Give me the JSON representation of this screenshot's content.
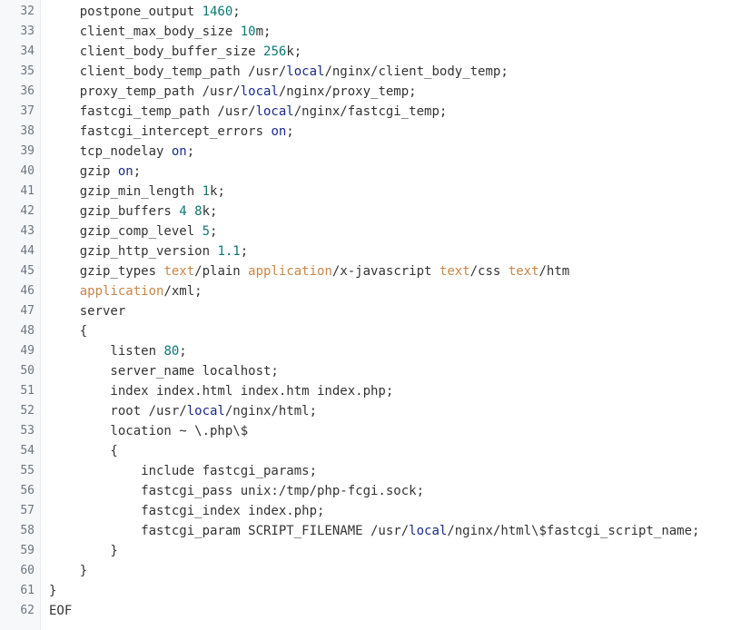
{
  "code_view": {
    "lines": [
      {
        "number": "32",
        "tokens": [
          {
            "t": "    postpone_output "
          },
          {
            "t": "1460",
            "c": "num"
          },
          {
            "t": ";"
          }
        ]
      },
      {
        "number": "33",
        "tokens": [
          {
            "t": "    client_max_body_size "
          },
          {
            "t": "10",
            "c": "num"
          },
          {
            "t": "m;"
          }
        ]
      },
      {
        "number": "34",
        "tokens": [
          {
            "t": "    client_body_buffer_size "
          },
          {
            "t": "256",
            "c": "num"
          },
          {
            "t": "k;"
          }
        ]
      },
      {
        "number": "35",
        "tokens": [
          {
            "t": "    client_body_temp_path /usr/"
          },
          {
            "t": "local",
            "c": "kw"
          },
          {
            "t": "/nginx/client_body_temp;"
          }
        ]
      },
      {
        "number": "36",
        "tokens": [
          {
            "t": "    proxy_temp_path /usr/"
          },
          {
            "t": "local",
            "c": "kw"
          },
          {
            "t": "/nginx/proxy_temp;"
          }
        ]
      },
      {
        "number": "37",
        "tokens": [
          {
            "t": "    fastcgi_temp_path /usr/"
          },
          {
            "t": "local",
            "c": "kw"
          },
          {
            "t": "/nginx/fastcgi_temp;"
          }
        ]
      },
      {
        "number": "38",
        "tokens": [
          {
            "t": "    fastcgi_intercept_errors "
          },
          {
            "t": "on",
            "c": "kw"
          },
          {
            "t": ";"
          }
        ]
      },
      {
        "number": "39",
        "tokens": [
          {
            "t": "    tcp_nodelay "
          },
          {
            "t": "on",
            "c": "kw"
          },
          {
            "t": ";"
          }
        ]
      },
      {
        "number": "40",
        "tokens": [
          {
            "t": "    gzip "
          },
          {
            "t": "on",
            "c": "kw"
          },
          {
            "t": ";"
          }
        ]
      },
      {
        "number": "41",
        "tokens": [
          {
            "t": "    gzip_min_length "
          },
          {
            "t": "1",
            "c": "num"
          },
          {
            "t": "k;"
          }
        ]
      },
      {
        "number": "42",
        "tokens": [
          {
            "t": "    gzip_buffers "
          },
          {
            "t": "4",
            "c": "num"
          },
          {
            "t": " "
          },
          {
            "t": "8",
            "c": "num"
          },
          {
            "t": "k;"
          }
        ]
      },
      {
        "number": "43",
        "tokens": [
          {
            "t": "    gzip_comp_level "
          },
          {
            "t": "5",
            "c": "num"
          },
          {
            "t": ";"
          }
        ]
      },
      {
        "number": "44",
        "tokens": [
          {
            "t": "    gzip_http_version "
          },
          {
            "t": "1.1",
            "c": "num"
          },
          {
            "t": ";"
          }
        ]
      },
      {
        "number": "45",
        "tokens": [
          {
            "t": "    gzip_types "
          },
          {
            "t": "text",
            "c": "str"
          },
          {
            "t": "/plain "
          },
          {
            "t": "application",
            "c": "str"
          },
          {
            "t": "/x-javascript "
          },
          {
            "t": "text",
            "c": "str"
          },
          {
            "t": "/css "
          },
          {
            "t": "text",
            "c": "str"
          },
          {
            "t": "/htm"
          }
        ]
      },
      {
        "number": "46",
        "tokens": [
          {
            "t": "    "
          },
          {
            "t": "application",
            "c": "str"
          },
          {
            "t": "/xml;"
          }
        ]
      },
      {
        "number": "47",
        "tokens": [
          {
            "t": "    server"
          }
        ]
      },
      {
        "number": "48",
        "tokens": [
          {
            "t": "    {"
          }
        ]
      },
      {
        "number": "49",
        "tokens": [
          {
            "t": "        listen "
          },
          {
            "t": "80",
            "c": "num"
          },
          {
            "t": ";"
          }
        ]
      },
      {
        "number": "50",
        "tokens": [
          {
            "t": "        server_name localhost;"
          }
        ]
      },
      {
        "number": "51",
        "tokens": [
          {
            "t": "        index index.html index.htm index.php;"
          }
        ]
      },
      {
        "number": "52",
        "tokens": [
          {
            "t": "        root /usr/"
          },
          {
            "t": "local",
            "c": "kw"
          },
          {
            "t": "/nginx/html;"
          }
        ]
      },
      {
        "number": "53",
        "tokens": [
          {
            "t": "        location ~ \\.php\\$"
          }
        ]
      },
      {
        "number": "54",
        "tokens": [
          {
            "t": "        {"
          }
        ]
      },
      {
        "number": "55",
        "tokens": [
          {
            "t": "            include fastcgi_params;"
          }
        ]
      },
      {
        "number": "56",
        "tokens": [
          {
            "t": "            fastcgi_pass unix:/tmp/php-fcgi.sock;"
          }
        ]
      },
      {
        "number": "57",
        "tokens": [
          {
            "t": "            fastcgi_index index.php;"
          }
        ]
      },
      {
        "number": "58",
        "tokens": [
          {
            "t": "            fastcgi_param SCRIPT_FILENAME /usr/"
          },
          {
            "t": "local",
            "c": "kw"
          },
          {
            "t": "/nginx/html\\$fastcgi_script_name;"
          }
        ]
      },
      {
        "number": "59",
        "tokens": [
          {
            "t": "        }"
          }
        ]
      },
      {
        "number": "60",
        "tokens": [
          {
            "t": "    }"
          }
        ]
      },
      {
        "number": "61",
        "tokens": [
          {
            "t": "}"
          }
        ]
      },
      {
        "number": "62",
        "tokens": [
          {
            "t": "EOF"
          }
        ]
      }
    ]
  },
  "colors": {
    "number": "#0e7774",
    "keyword": "#1c2a8a",
    "string": "#c9864b",
    "text": "#333333",
    "line_number": "#6e7781"
  }
}
